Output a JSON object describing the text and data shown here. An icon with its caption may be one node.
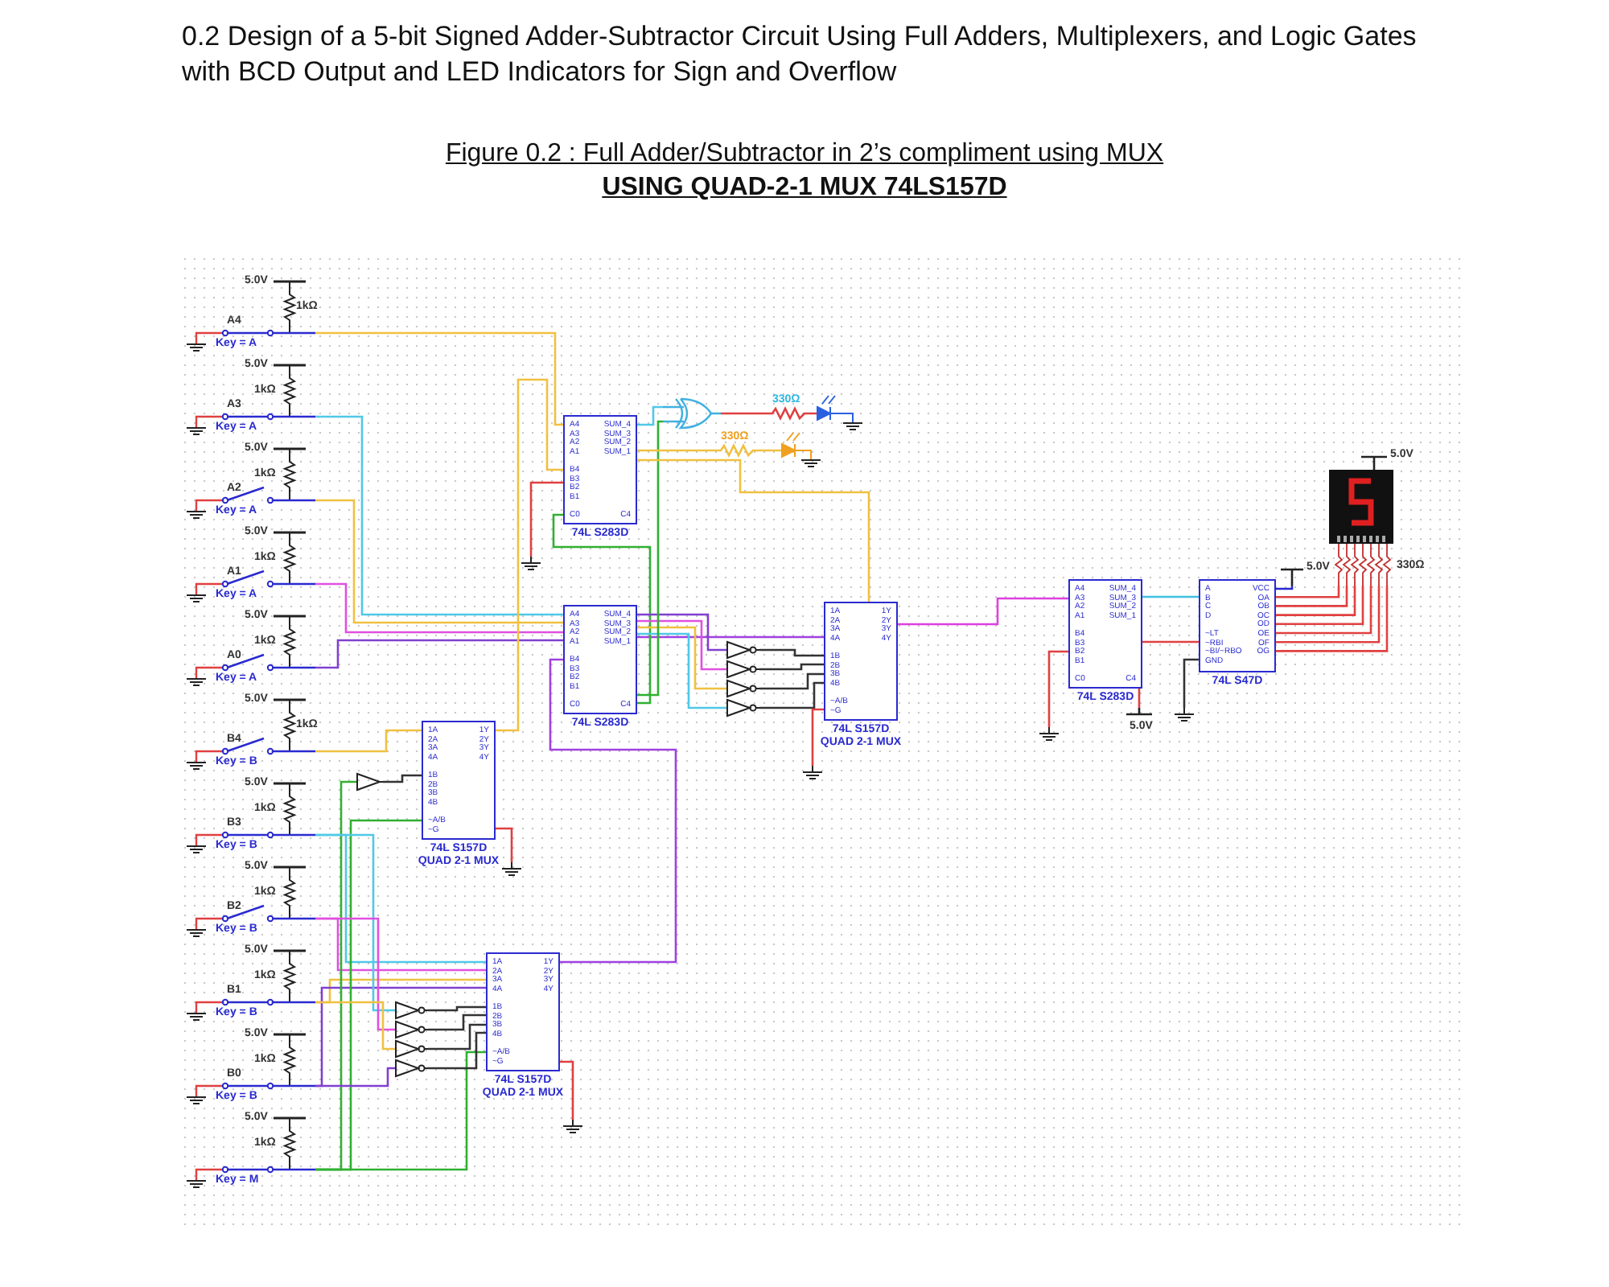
{
  "diagram": {
    "title": "0.2 Design of a 5-bit Signed Adder-Subtractor Circuit Using Full Adders, Multiplexers, and Logic Gates with BCD Output and LED Indicators for Sign and Overflow",
    "nodes": [
      {
        "text": [
          "A4",
          "A3",
          "A2",
          "A1",
          "B4",
          "B3",
          "B2",
          "B1",
          "C0",
          "SUM_4",
          "SUM_3",
          "SUM_2",
          "SUM_1",
          "C4",
          "74L S283D"
        ]
      },
      {
        "text": [
          "A4",
          "A3",
          "A2",
          "A1",
          "B4",
          "B3",
          "B2",
          "B1",
          "C0",
          "SUM_4",
          "SUM_3",
          "SUM_2",
          "SUM_1",
          "C4",
          "74L S283D"
        ]
      },
      {
        "text": [
          "1A",
          "2A",
          "3A",
          "4A",
          "1B",
          "2B",
          "3B",
          "4B",
          "~A/B",
          "~G",
          "1Y",
          "2Y",
          "3Y",
          "4Y",
          "74L S157D",
          "QUAD 2-1 MUX"
        ]
      },
      {
        "text": [
          "A4",
          "A3",
          "A2",
          "A1",
          "B4",
          "B3",
          "B2",
          "B1",
          "C0",
          "SUM_4",
          "SUM_3",
          "SUM_2",
          "SUM_1",
          "C4",
          "74L S283D"
        ]
      },
      {
        "text": [
          "A",
          "B",
          "C",
          "D",
          "~LT",
          "~RBI",
          "~BI/~RBO",
          "GND",
          "VCC",
          "OA",
          "OB",
          "OC",
          "OD",
          "OE",
          "OF",
          "OG",
          "74L S47D"
        ]
      },
      {
        "text": [
          "1A",
          "2A",
          "3A",
          "4A",
          "1B",
          "2B",
          "3B",
          "4B",
          "~A/B",
          "~G",
          "1Y",
          "2Y",
          "3Y",
          "4Y",
          "74L S157D",
          "QUAD 2-1 MUX"
        ]
      },
      {
        "text": [
          "1A",
          "2A",
          "3A",
          "4A",
          "1B",
          "2B",
          "3B",
          "4B",
          "~A/B",
          "~G",
          "1Y",
          "2Y",
          "3Y",
          "4Y",
          "74L S157D",
          "QUAD 2-1 MUX"
        ]
      },
      {
        "text": [],
        "shape": "picture",
        "beside": [
          "5.0V",
          "330Ω"
        ]
      },
      {
        "text": [
          "5.0V",
          "1kΩ",
          "A4",
          "Key = A"
        ]
      },
      {
        "text": [
          "5.0V",
          "1kΩ",
          "A3",
          "Key = A"
        ]
      },
      {
        "text": [
          "5.0V",
          "1kΩ",
          "A2",
          "Key = A"
        ]
      },
      {
        "text": [
          "5.0V",
          "1kΩ",
          "A1",
          "Key = A"
        ]
      },
      {
        "text": [
          "5.0V",
          "1kΩ",
          "A0",
          "Key = A"
        ]
      },
      {
        "text": [
          "5.0V",
          "1kΩ",
          "B4",
          "Key = B"
        ]
      },
      {
        "text": [
          "5.0V",
          "1kΩ",
          "B3",
          "Key = B"
        ]
      },
      {
        "text": [
          "5.0V",
          "1kΩ",
          "B2",
          "Key = B"
        ]
      },
      {
        "text": [
          "5.0V",
          "1kΩ",
          "B1",
          "Key = B"
        ]
      },
      {
        "text": [
          "5.0V",
          "1kΩ",
          "B0",
          "Key = B"
        ]
      },
      {
        "text": [
          "5.0V",
          "1kΩ",
          "Key = M"
        ]
      },
      {
        "text": [],
        "shape": "gate"
      },
      {
        "text": [],
        "shape": "diode"
      },
      {
        "text": [],
        "shape": "diode"
      },
      {
        "text": [],
        "shape": "triangle"
      },
      {
        "text": [],
        "shape": "triangle"
      },
      {
        "text": [],
        "shape": "triangle"
      },
      {
        "text": [],
        "shape": "triangle"
      },
      {
        "text": [],
        "shape": "triangle"
      },
      {
        "text": [],
        "shape": "triangle"
      },
      {
        "text": [],
        "shape": "triangle"
      },
      {
        "text": [],
        "shape": "triangle"
      },
      {
        "text": [],
        "shape": "triangle"
      },
      {
        "text": [
          "5.0V"
        ]
      },
      {
        "text": [
          "5.0V"
        ]
      },
      {
        "text": [],
        "shape": "ground"
      },
      {
        "text": [],
        "shape": "ground"
      },
      {
        "text": [],
        "shape": "ground"
      },
      {
        "text": [],
        "shape": "ground"
      },
      {
        "text": [],
        "shape": "ground"
      },
      {
        "text": [],
        "shape": "ground"
      }
    ],
    "edges": [
      {
        "from": 1,
        "to": 2,
        "arrow": "none",
        "color": "#a040e0"
      },
      {
        "from": 2,
        "to": 3,
        "arrow": "none",
        "color": "#e040e0"
      },
      {
        "from": 3,
        "to": 4,
        "arrow": "none",
        "color": "#40c0e0"
      },
      {
        "from": 4,
        "to": 7,
        "arrow": "none",
        "color": "#e04040"
      },
      {
        "from": 4,
        "to": 7,
        "arrow": "none",
        "color": "#e04040"
      },
      {
        "from": 4,
        "to": 7,
        "arrow": "none",
        "color": "#e04040"
      },
      {
        "from": 4,
        "to": 7,
        "arrow": "none",
        "color": "#e04040"
      },
      {
        "from": 4,
        "to": 7,
        "arrow": "none",
        "color": "#e04040"
      },
      {
        "from": 4,
        "to": 7,
        "arrow": "none",
        "color": "#e04040"
      },
      {
        "from": 4,
        "to": 7,
        "arrow": "none",
        "color": "#e04040"
      },
      {
        "from": 6,
        "to": 1,
        "arrow": "none",
        "color": "#a040e0"
      },
      {
        "from": 1,
        "to": 0,
        "arrow": "none",
        "color": "#30b030"
      },
      {
        "from": 8,
        "to": 0,
        "arrow": "none",
        "color": "#f0c040"
      },
      {
        "from": 9,
        "to": 1,
        "arrow": "none",
        "color": "#50c8e8"
      },
      {
        "from": 10,
        "to": 1,
        "arrow": "none",
        "color": "#f0c040"
      },
      {
        "from": 11,
        "to": 1,
        "arrow": "none",
        "color": "#e050e0"
      },
      {
        "from": 12,
        "to": 1,
        "arrow": "none",
        "color": "#8040d0"
      },
      {
        "from": 13,
        "to": 5,
        "arrow": "none",
        "color": "#f0c040"
      },
      {
        "from": 14,
        "to": 6,
        "arrow": "none",
        "color": "#50c8e8"
      },
      {
        "from": 15,
        "to": 6,
        "arrow": "none",
        "color": "#e050e0"
      },
      {
        "from": 16,
        "to": 6,
        "arrow": "none",
        "color": "#f0c040"
      },
      {
        "from": 17,
        "to": 6,
        "arrow": "none",
        "color": "#8040d0"
      },
      {
        "from": 18,
        "to": 6,
        "arrow": "none",
        "color": "#30b030"
      },
      {
        "from": 18,
        "to": 5,
        "arrow": "none",
        "color": "#30b030"
      },
      {
        "from": 18,
        "to": 30,
        "arrow": "none",
        "color": "#30b030"
      },
      {
        "from": 30,
        "to": 5,
        "arrow": "none",
        "color": "#333333"
      },
      {
        "from": 5,
        "to": 0,
        "arrow": "none",
        "color": "#f0c040"
      },
      {
        "from": 1,
        "to": 22,
        "arrow": "none",
        "color": "#8040d0"
      },
      {
        "from": 1,
        "to": 23,
        "arrow": "none",
        "color": "#e050e0"
      },
      {
        "from": 1,
        "to": 24,
        "arrow": "none",
        "color": "#f0c040"
      },
      {
        "from": 1,
        "to": 25,
        "arrow": "none",
        "color": "#50c8e8"
      },
      {
        "from": 22,
        "to": 2,
        "arrow": "none",
        "color": "#333333"
      },
      {
        "from": 23,
        "to": 2,
        "arrow": "none",
        "color": "#333333"
      },
      {
        "from": 24,
        "to": 2,
        "arrow": "none",
        "color": "#333333"
      },
      {
        "from": 25,
        "to": 2,
        "arrow": "none",
        "color": "#333333"
      },
      {
        "from": 14,
        "to": 26,
        "arrow": "none",
        "color": "#50c8e8"
      },
      {
        "from": 15,
        "to": 27,
        "arrow": "none",
        "color": "#e050e0"
      },
      {
        "from": 16,
        "to": 28,
        "arrow": "none",
        "color": "#f0c040"
      },
      {
        "from": 17,
        "to": 29,
        "arrow": "none",
        "color": "#8040d0"
      },
      {
        "from": 26,
        "to": 6,
        "arrow": "none",
        "color": "#333333"
      },
      {
        "from": 27,
        "to": 6,
        "arrow": "none",
        "color": "#333333"
      },
      {
        "from": 28,
        "to": 6,
        "arrow": "none",
        "color": "#333333"
      },
      {
        "from": 29,
        "to": 6,
        "arrow": "none",
        "color": "#333333"
      },
      {
        "from": 0,
        "to": 19,
        "arrow": "none",
        "color": "#50c8e8"
      },
      {
        "from": 1,
        "to": 19,
        "arrow": "none",
        "color": "#30b030"
      },
      {
        "from": 19,
        "to": 20,
        "label": "330Ω",
        "arrow": "none",
        "color": "#e04040"
      },
      {
        "from": 0,
        "to": 21,
        "label": "330Ω",
        "arrow": "none",
        "color": "#f0c040"
      },
      {
        "from": 0,
        "to": 2,
        "arrow": "none",
        "color": "#f0c040"
      },
      {
        "from": 31,
        "to": 4,
        "arrow": "none",
        "color": "#2a2ad0"
      },
      {
        "from": 32,
        "to": 4,
        "arrow": "none",
        "color": "#e04040"
      },
      {
        "from": 4,
        "to": 33,
        "arrow": "none",
        "color": "#333333"
      },
      {
        "from": 3,
        "to": 34,
        "arrow": "none",
        "color": "#e04040"
      },
      {
        "from": 2,
        "to": 35,
        "arrow": "none",
        "color": "#e04040"
      },
      {
        "from": 5,
        "to": 36,
        "arrow": "none",
        "color": "#e04040"
      },
      {
        "from": 6,
        "to": 37,
        "arrow": "none",
        "color": "#e04040"
      },
      {
        "from": 0,
        "to": 38,
        "arrow": "none",
        "color": "#e04040"
      }
    ],
    "labels": [
      "Figure 0.2 : Full Adder/Subtractor in 2’s compliment using MUX",
      "USING QUAD-2-1 MUX 74LS157D"
    ]
  }
}
